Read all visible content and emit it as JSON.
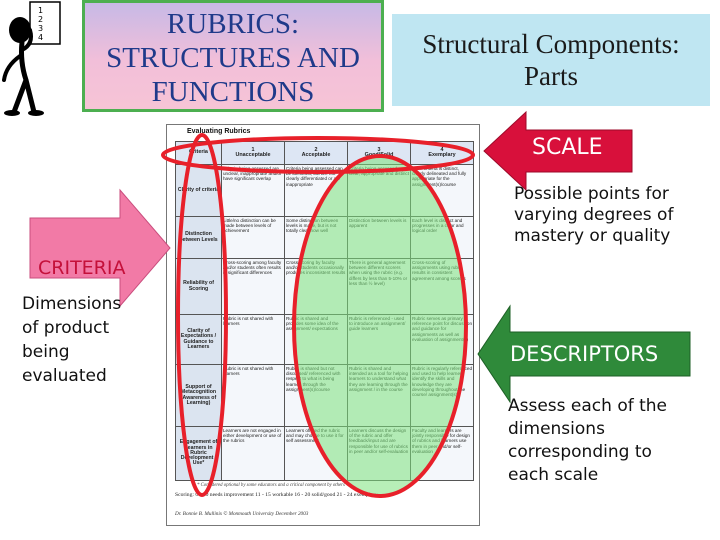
{
  "title": {
    "line1": "RUBRICS:",
    "line2": "STRUCTURES AND",
    "line3": "FUNCTIONS"
  },
  "subtitle": {
    "line1": "Structural Components:",
    "line2": "Parts"
  },
  "arrows": {
    "scale": "SCALE",
    "criteria": "CRITERIA",
    "descriptors": "DESCRIPTORS"
  },
  "notes": {
    "scale": [
      "Possible points for",
      "varying degrees of",
      "mastery or quality"
    ],
    "criteria": [
      "Dimensions",
      "of product",
      "being",
      "evaluated"
    ],
    "descriptors": [
      "Assess each of the",
      "dimensions",
      "corresponding to",
      "each scale"
    ]
  },
  "rubric": {
    "caption": "Evaluating Rubrics",
    "corner": "Criteria",
    "levels": [
      {
        "num": "1",
        "label": "Unacceptable"
      },
      {
        "num": "2",
        "label": "Acceptable"
      },
      {
        "num": "3",
        "label": "Good/Solid"
      },
      {
        "num": "4",
        "label": "Exemplary"
      }
    ],
    "rows": [
      {
        "criterion": "Clarity of criteria",
        "cells": [
          "Criteria being assessed are unclear, inappropriate and/or have significant overlap",
          "Criteria being assessed can be identified, but are not clearly differentiated or are inappropriate",
          "Criteria being assessed are clear, appropriate and distinct",
          "Each criteria is distinct, clearly delineated and fully appropriate for the assignment(s)/course"
        ]
      },
      {
        "criterion": "Distinction between Levels",
        "cells": [
          "Little/no distinction can be made between levels of achievement",
          "Some distinction between levels is made, but is not totally clear how well",
          "Distinction between levels is apparent",
          "Each level is distinct and progresses in a clear and logical order"
        ]
      },
      {
        "criterion": "Reliability of Scoring",
        "cells": [
          "Cross-scoring among faculty and/or students often results in significant differences",
          "Cross-scoring by faculty and/or students occasionally produces inconsistent results",
          "There is general agreement between different scorers when using the rubric (e.g. differs by less than 5-10% or less than ½ level)",
          "Cross-scoring of assignments using rubric results in consistent agreement among scorers"
        ]
      },
      {
        "criterion": "Clarity of Expectations / Guidance to Learners",
        "cells": [
          "Rubric is not shared with learners",
          "Rubric is shared and provides some idea of the assignment/ expectations",
          "Rubric is referenced - used to introduce an assignment/ guide learners",
          "Rubric serves as primary reference point for discussion and guidance for assignments as well as evaluation of assignment(s)"
        ]
      },
      {
        "criterion": "Support of Metacognition (Awareness of Learning)",
        "cells": [
          "Rubric is not shared with learners",
          "Rubric is shared but not discussed/ referenced with respect to what is being learned through the assignment(s)/course",
          "Rubric is shared and intended as a tool for helping learners to understand what they are learning through the assignment / in the course",
          "Rubric is regularly referenced and used to help learners identify the skills and knowledge they are developing throughout the course/ assignment(s)"
        ]
      },
      {
        "criterion": "Engagement of Learners in Rubric Development / Use*",
        "cells": [
          "Learners are not engaged in either development or use of the rubrics",
          "Learners offered the rubric and may choose to use it for self assessment",
          "Learners discuss the design of the rubric and offer feedback/input and are responsible for use of rubrics in peer and/or self-evaluation",
          "Faculty and learners are jointly responsible for design of rubrics and learners use them in peer and/or self-evaluation"
        ]
      }
    ],
    "footnote": "* Considered optional by some educators and a critical component by others",
    "scoring": "Scoring: 0 - 10   needs improvement   11 - 15   workable   16 - 20   solid/good   21 - 24   exemplary",
    "credit": "Dr. Bonnie B. Mullinix ©          Monmouth University   December 2003"
  },
  "colors": {
    "arrow_pink": "#f27aa6",
    "arrow_red": "#d8103b",
    "arrow_green": "#2f8a3a",
    "circle_red": "#e8202a",
    "highlight_green": "#7be27b"
  },
  "icons": {
    "logo": "thinking-figure-icon"
  }
}
